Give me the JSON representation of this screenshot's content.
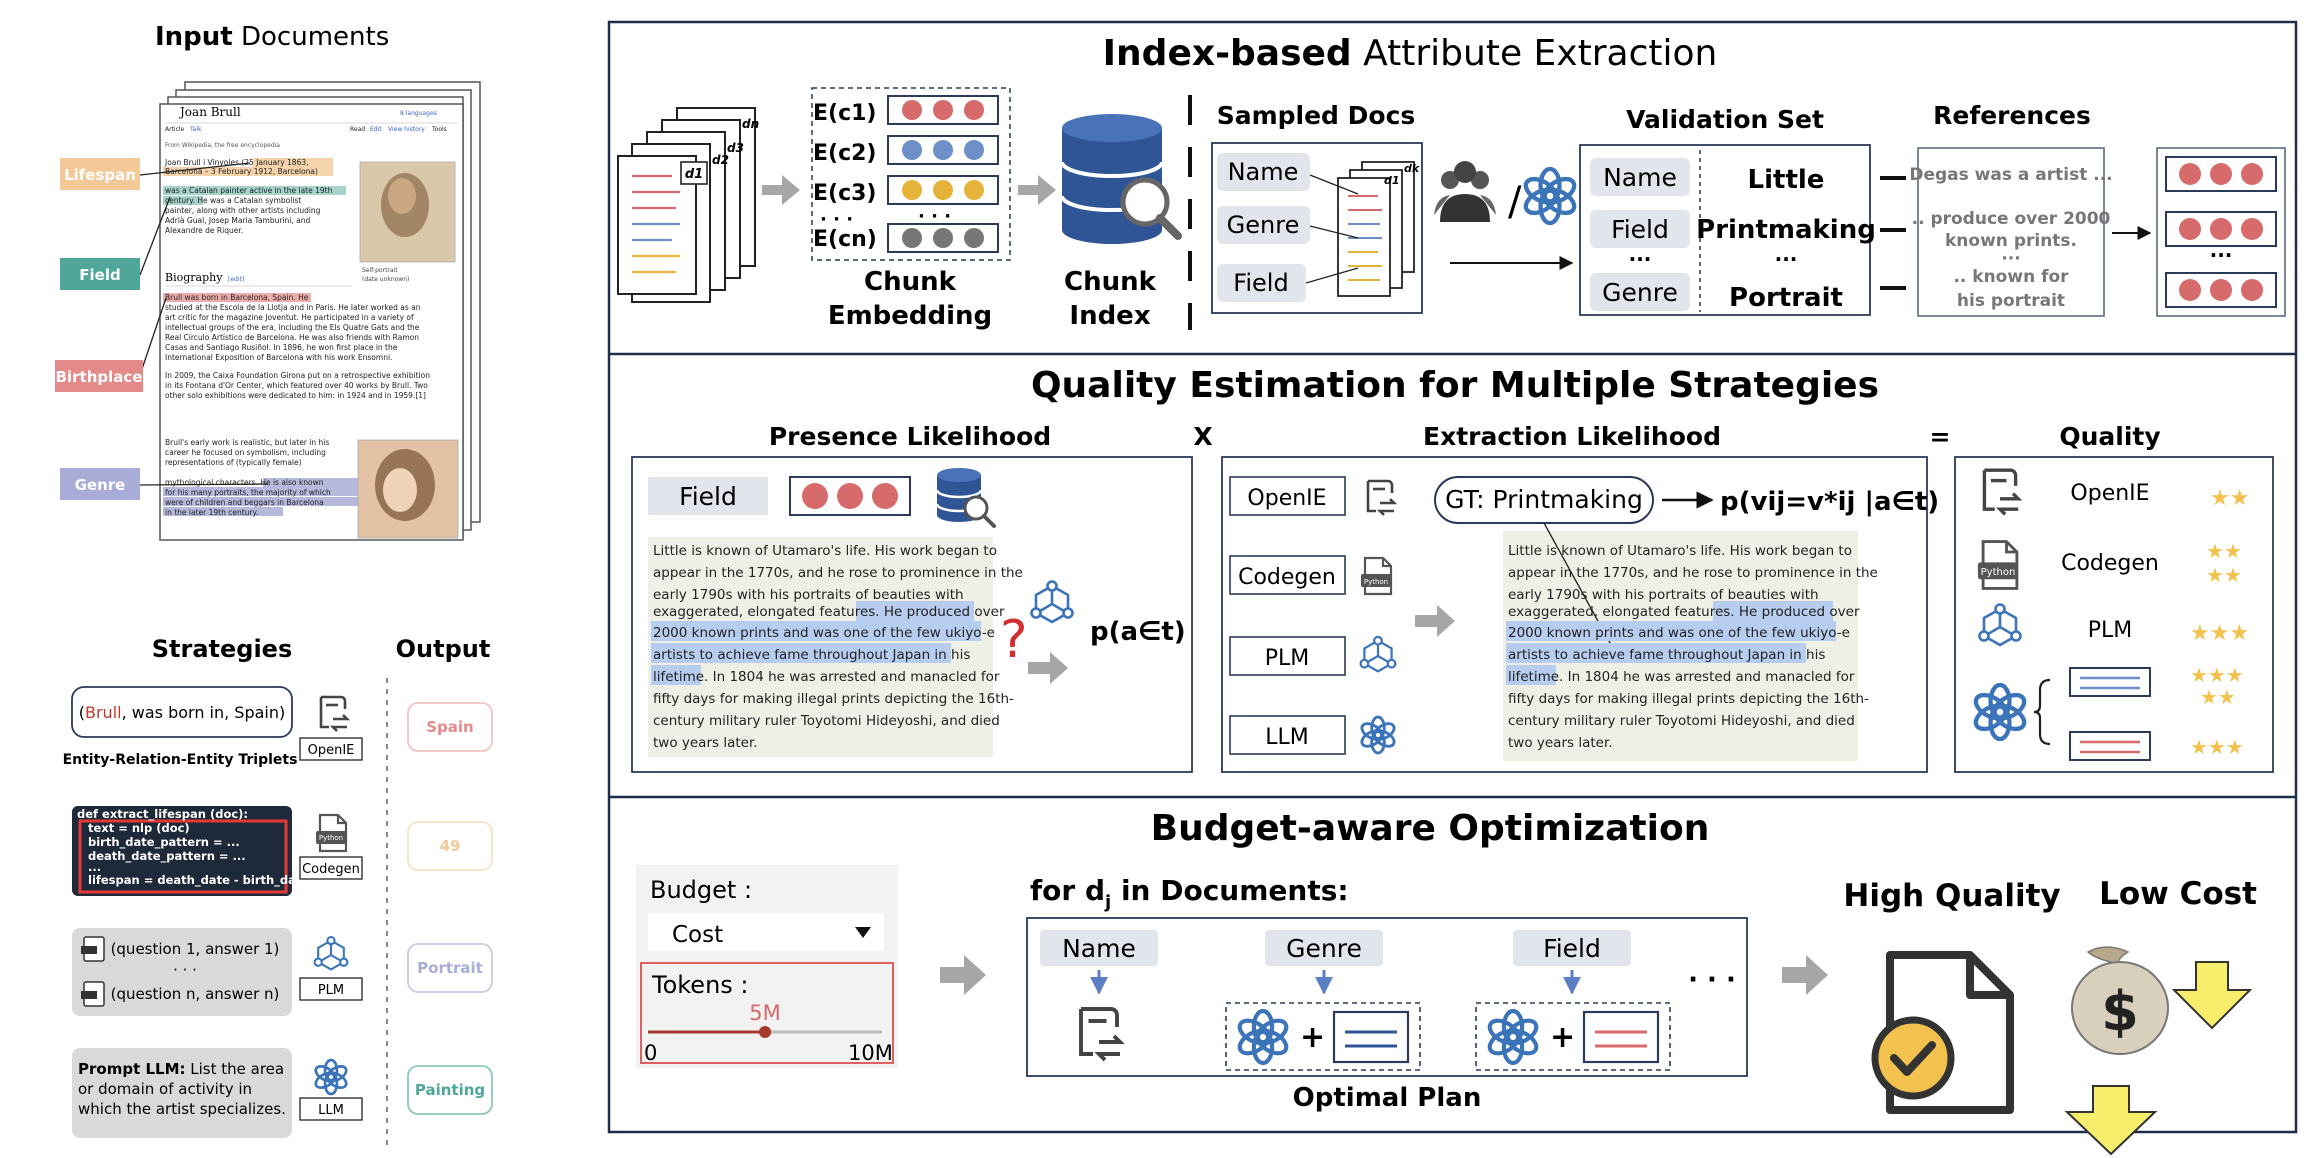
{
  "left": {
    "input_title_bold": "Input",
    "input_title_rest": " Documents",
    "doc_labels": [
      "Lifespan",
      "Field",
      "Birthplace",
      "Genre"
    ],
    "wiki": {
      "title": "Joan Brull",
      "lang": "8 languages",
      "tabs": [
        "Article",
        "Talk"
      ],
      "actions": [
        "Read",
        "Edit",
        "View history",
        "Tools"
      ],
      "from": "From Wikipedia, the free encyclopedia",
      "lines": [
        "Joan Brull i Vinyoles (25 January 1863,",
        "Barcelona – 3 February 1912, Barcelona)",
        "was a Catalan painter active in the late 19th",
        "century. He was a Catalan symbolist",
        "painter, along with other artists including",
        "Adrià Gual, Josep Maria Tamburini, and",
        "Alexandre de Riquer."
      ],
      "caption1": "Self-portrait",
      "caption2": "(date unknown)",
      "section": "Biography",
      "section_edit": "[edit]",
      "bio": [
        "Brull was born in Barcelona, Spain. He",
        "studied at the Escola de la Llotja and in Paris. He later worked as an",
        "art critic for the magazine Joventut. He participated in a variety of",
        "intellectual groups of the era, including the Els Quatre Gats and the",
        "Real Círculo Artístico de Barcelona. He was also friends with Ramon",
        "Casas and Santiago Rusiñol. In 1896, he won first place in the",
        "International Exposition of Barcelona with his work Ensomni.",
        "",
        "In 2009, the Caixa Foundation Girona put on a retrospective exhibition",
        "in its Fontana d'Or Center, which featured over 40 works by Brull. Two",
        "other solo exhibitions were dedicated to him: in 1924 and in 1959.[1]",
        "",
        "Brull's early work is realistic, but later in his",
        "career he focused on symbolism, including",
        "representations of (typically female)",
        "mythological characters. He is also known",
        "for his many portraits, the majority of which",
        "were of children and beggars in Barcelona",
        "in the later 19th century."
      ]
    },
    "strategies_title": "Strategies",
    "output_title": "Output",
    "s1_text_pre": "(",
    "s1_red": "Brull",
    "s1_text_post": ", was born in, Spain)",
    "s1_caption": "Entity-Relation-Entity Triplets",
    "s2_code": [
      "def extract_lifespan (doc):",
      "text = nlp (doc)",
      "birth_date_pattern = ...",
      "death_date_pattern = ...",
      "...",
      "lifespan = death_date - birth_date"
    ],
    "s3_q1": "(question 1, answer 1)",
    "s3_dots": "· · ·",
    "s3_qn": "(question n, answer n)",
    "s4_bold": "Prompt LLM:",
    "s4_lines": [
      " List the area",
      "or domain of activity in",
      "which the artist specializes."
    ],
    "strategy_tags": [
      "OpenIE",
      "Codegen",
      "PLM",
      "LLM"
    ],
    "python_label": "Python",
    "outputs": [
      "Spain",
      "49",
      "Portrait",
      "Painting"
    ],
    "output_colors": [
      "#e58a8a",
      "#f3c997",
      "#a9acd6",
      "#4fa79a"
    ]
  },
  "top": {
    "title_bold": "Index-based",
    "title_rest": " Attribute Extraction",
    "doc_stack_labels": [
      "d1",
      "d2",
      "d3",
      "dn"
    ],
    "embed_labels": [
      "E(c1)",
      "E(c2)",
      "E(c3)",
      "· · ·",
      "E(cn)"
    ],
    "chunk_embedding": [
      "Chunk",
      "Embedding"
    ],
    "chunk_index": [
      "Chunk",
      "Index"
    ],
    "sampled_docs": "Sampled Docs",
    "sampled_attrs": [
      "Name",
      "Genre",
      "Field"
    ],
    "sampled_doc_labels": [
      "d1",
      "dk"
    ],
    "validation_set": "Validation Set",
    "val_attrs": [
      "Name",
      "Field",
      "···",
      "Genre"
    ],
    "val_values": [
      "Little",
      "Printmaking",
      "···",
      "Portrait"
    ],
    "references": "References",
    "ref_lines": [
      "Degas was a artist ...",
      ".. produce over 2000",
      "known prints.",
      "···",
      ".. known for",
      "his portrait"
    ]
  },
  "mid": {
    "title": "Quality Estimation for Multiple Strategies",
    "presence": "Presence Likelihood",
    "times": "X",
    "extraction": "Extraction Likelihood",
    "equals": "=",
    "quality": "Quality",
    "field": "Field",
    "passage": [
      "Little is known of Utamaro's life. His work began to",
      "appear in the 1770s, and he rose to prominence in the",
      "early 1790s with his portraits of beauties with",
      "exaggerated, elongated features. He produced over",
      "2000 known prints and was one of the few ukiyo-e",
      "artists to achieve fame throughout Japan in his",
      "lifetime. In 1804 he was arrested and manacled for",
      "fifty days for making illegal prints depicting the 16th-",
      "century military ruler Toyotomi Hideyoshi, and died",
      "two years later."
    ],
    "p_formula": "p(a∈t)",
    "question_mark": "?",
    "strategies": [
      "OpenIE",
      "Codegen",
      "PLM",
      "LLM"
    ],
    "gt": "GT: Printmaking",
    "ext_formula": "p(vij=v*ij |a∈t)",
    "quality_items": [
      "OpenIE",
      "Codegen",
      "PLM"
    ],
    "stars": [
      "★★",
      "★★ ★★",
      "★★★",
      "★★★ ★★",
      "★★★"
    ],
    "star_color": "#f2c14e",
    "python_label": "Python"
  },
  "bottom": {
    "title": "Budget-aware Optimization",
    "budget_label": "Budget :",
    "budget_select": "Cost",
    "tokens_label": "Tokens :",
    "slider_value": "5M",
    "slider_min": "0",
    "slider_max": "10M",
    "slider_fraction": 0.5,
    "for_prefix": "for d",
    "for_sub": "j",
    "for_suffix": " in Documents:",
    "plan_attrs": [
      "Name",
      "Genre",
      "Field"
    ],
    "plan_dots": "· · ·",
    "optimal_plan": "Optimal Plan",
    "high_quality": "High Quality",
    "low_cost": "Low Cost",
    "dollar": "$"
  },
  "colors": {
    "red": "#d76a6a",
    "blue": "#6f8fc9",
    "yellow": "#e5b33a",
    "gray": "#777777",
    "teal": "#4fa79a",
    "db_blue": "#2f5597",
    "arrow_gray": "#a6a6a6",
    "lifespan": "#f3c997",
    "field": "#4fa79a",
    "birthplace": "#e58a8a",
    "genre": "#a9acd6"
  }
}
